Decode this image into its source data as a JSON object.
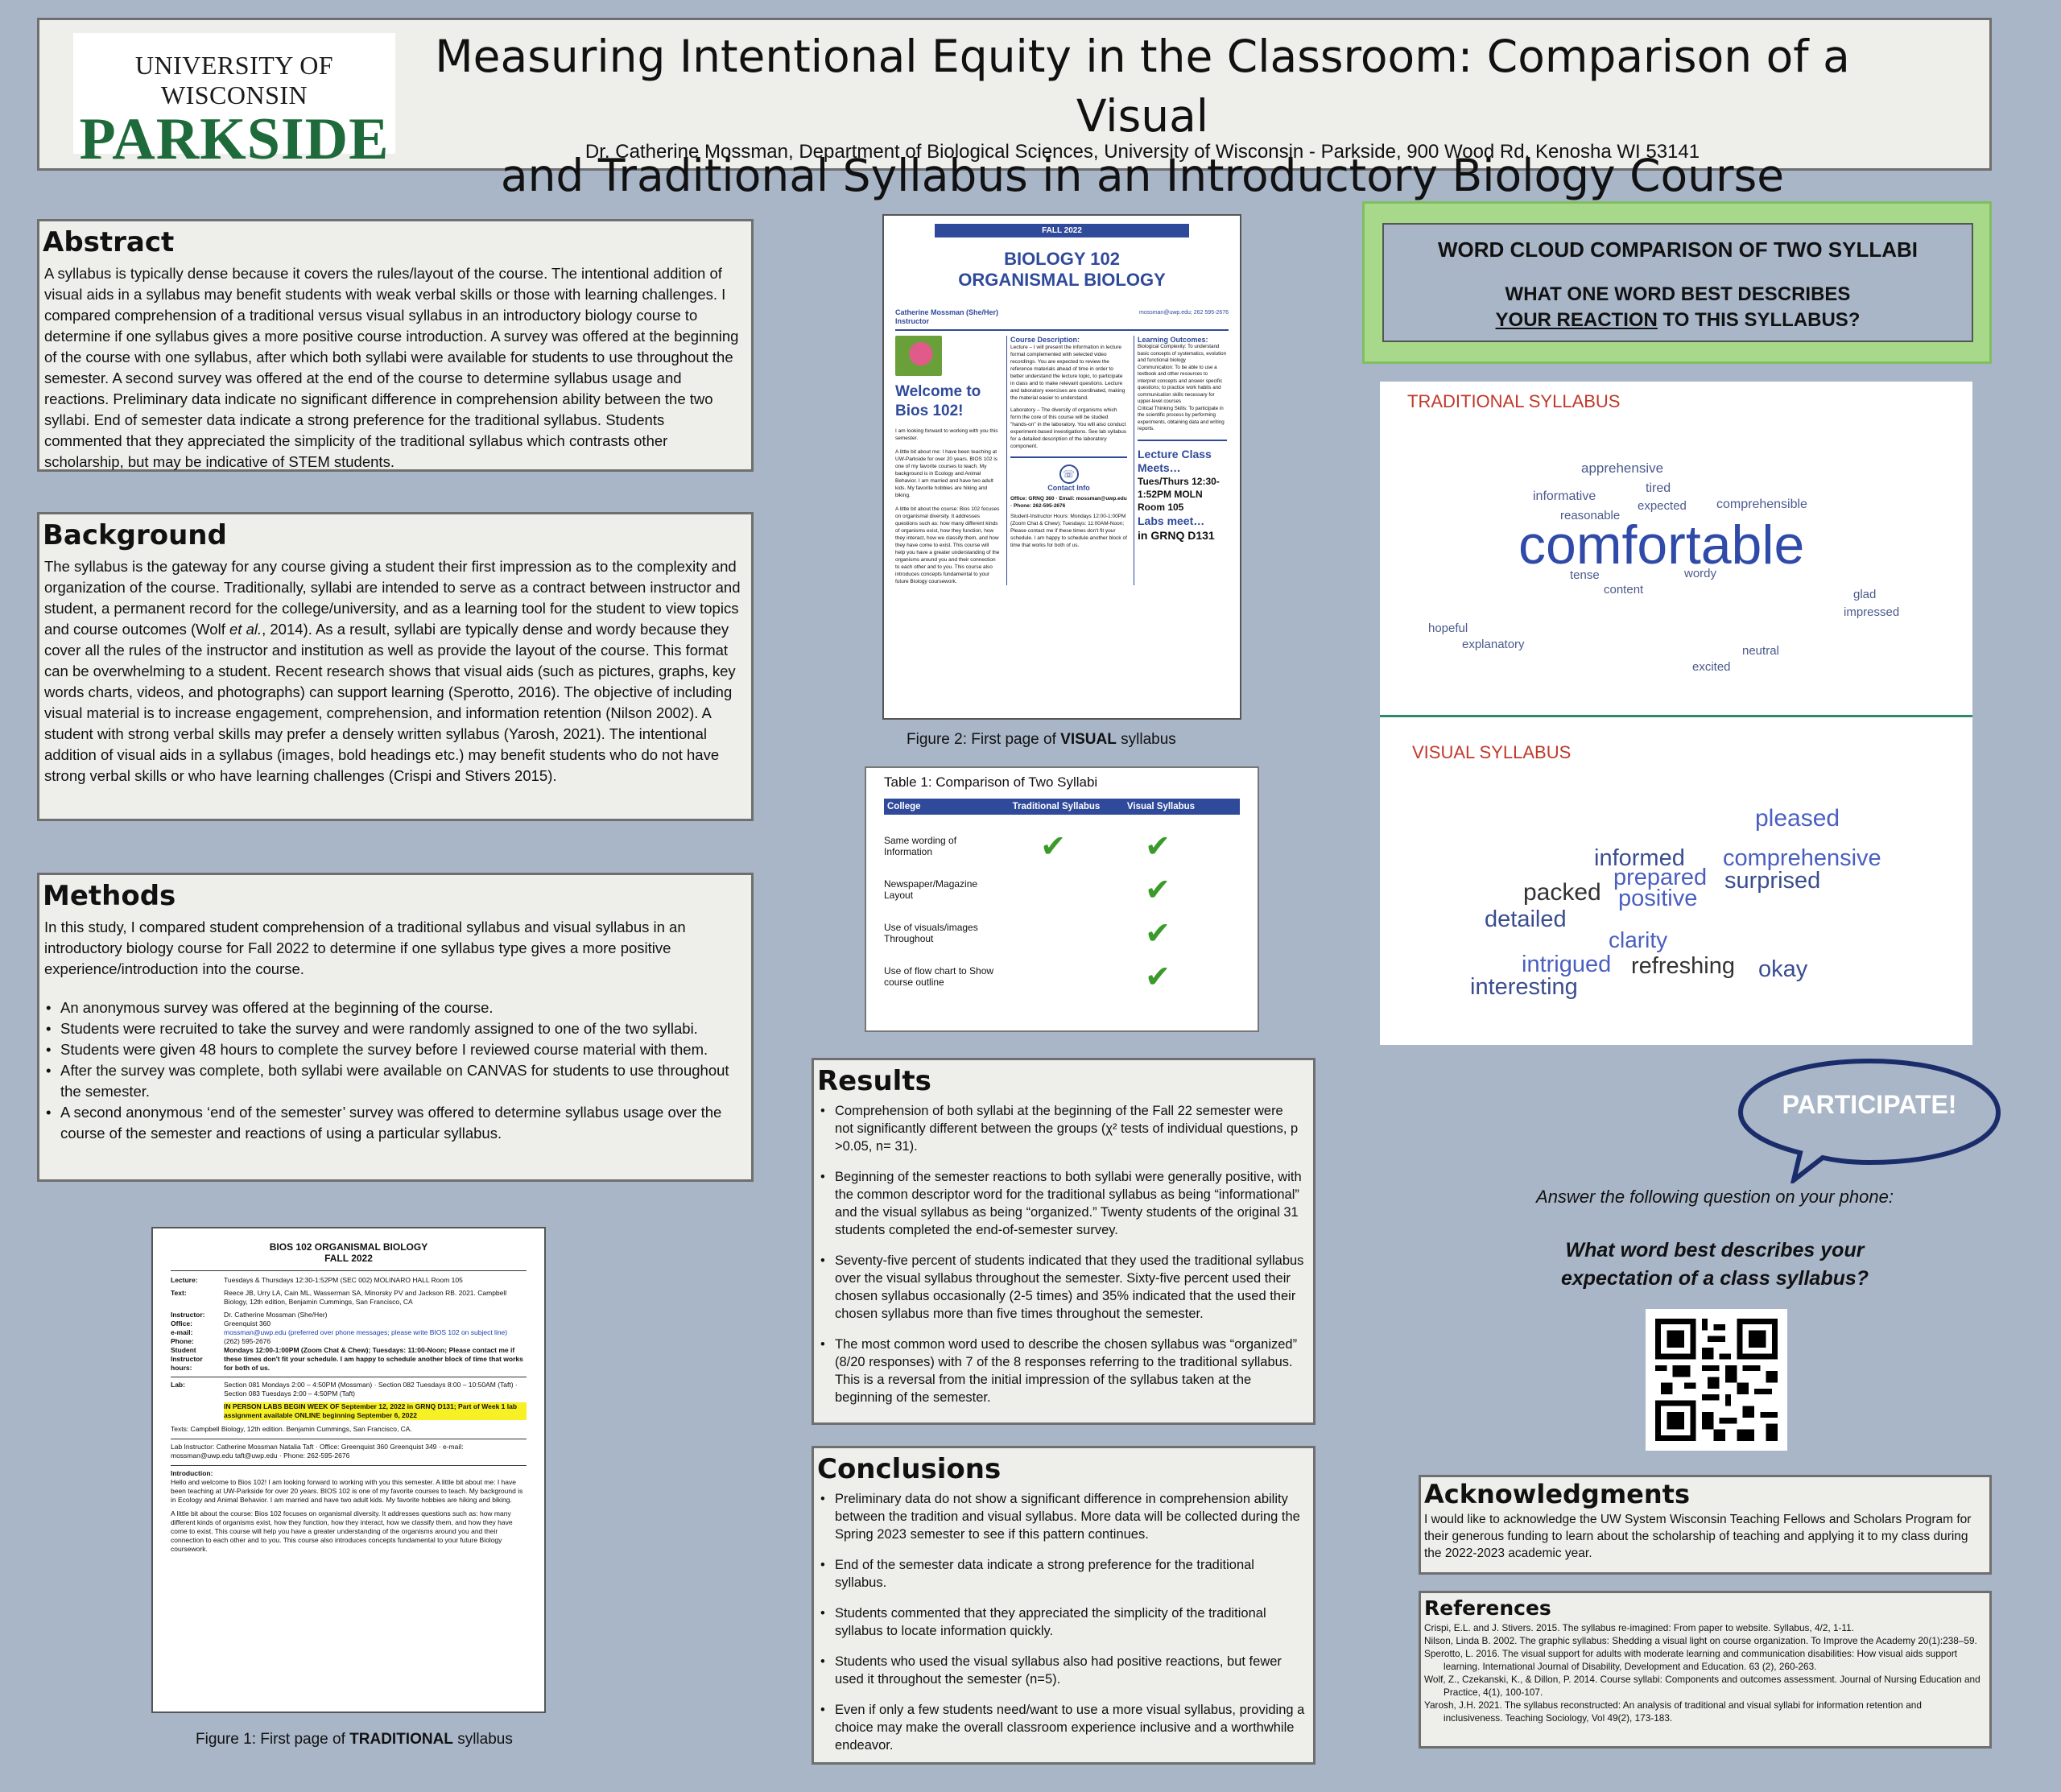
{
  "header": {
    "logo_top": "UNIVERSITY OF WISCONSIN",
    "logo_main": "PARKSIDE",
    "title_line1": "Measuring Intentional Equity in the Classroom: Comparison of a Visual",
    "title_line2": "and Traditional Syllabus in an Introductory Biology Course",
    "author": "Dr. Catherine Mossman, Department of Biological Sciences, University of Wisconsin - Parkside, 900 Wood Rd, Kenosha WI 53141"
  },
  "abstract": {
    "title": "Abstract",
    "text": " A syllabus is typically dense because it covers the rules/layout of the course. The intentional addition of visual aids in a syllabus may benefit students with weak verbal skills or those with learning challenges. I compared comprehension of a traditional versus visual syllabus in an introductory biology course to determine if one syllabus gives a more positive course introduction. A survey was offered at the beginning of the course with one syllabus, after which both syllabi were available for students to use throughout the semester. A second survey was offered at the end of the course to determine syllabus usage and reactions. Preliminary data indicate no significant difference in comprehension ability between the two syllabi. End of semester data indicate a strong preference for the traditional syllabus. Students commented that they appreciated the simplicity of the traditional syllabus which contrasts other scholarship, but may be indicative of STEM students."
  },
  "background": {
    "title": "Background",
    "text_a": "The syllabus is the gateway for any course giving a student their first impression as to the complexity and organization of the course. Traditionally, syllabi are intended to serve as a contract between instructor and student, a permanent record for the college/university, and as a learning tool for the student to view topics and course outcomes (Wolf ",
    "text_em": "et al.",
    "text_b": ", 2014). As a result, syllabi are typically dense and wordy because they cover all the rules of the instructor and institution as well as provide the layout of the course. This format can be overwhelming to a student. Recent research shows that visual aids (such as pictures, graphs, key words charts, videos, and photographs) can support learning (Sperotto, 2016). The objective of including visual material is to increase engagement, comprehension, and information retention (Nilson 2002). A student with strong verbal skills may prefer a densely written syllabus (Yarosh, 2021). The intentional addition of visual aids in a syllabus (images, bold headings etc.) may benefit students who do not have strong verbal skills or who have learning challenges (Crispi and Stivers 2015)."
  },
  "methods": {
    "title": "Methods",
    "intro": "In this study, I compared student comprehension of a traditional syllabus and visual syllabus in an introductory biology course for Fall 2022 to determine if one syllabus type gives a more positive experience/introduction into the course.",
    "bullets": [
      "An anonymous survey was offered at the beginning of the course.",
      "Students were recruited to take the survey and were randomly assigned to one of the two syllabi.",
      "Students were given 48 hours to complete the survey before I reviewed course material with them.",
      "After the survey was complete, both syllabi were available on CANVAS for students to use throughout the semester.",
      "A second anonymous ‘end of the semester’ survey was offered to determine syllabus usage over the course of the semester and reactions of using a particular syllabus."
    ]
  },
  "figure1": {
    "caption_a": "Figure 1:  First page of ",
    "caption_b": "TRADITIONAL",
    "caption_c": " syllabus",
    "doc_title": "BIOS 102 ORGANISMAL BIOLOGY",
    "doc_sub": "FALL 2022",
    "rows": [
      [
        "Lecture:",
        "Tuesdays & Thursdays 12:30-1:52PM (SEC 002) MOLINARO HALL Room 105"
      ],
      [
        "Text:",
        "Reece JB, Urry LA, Cain ML, Wasserman SA, Minorsky PV and Jackson RB. 2021. Campbell Biology, 12th edition, Benjamin Cummings, San Francisco, CA"
      ],
      [
        "Instructor:",
        "Dr. Catherine Mossman (She/Her)"
      ],
      [
        "Office:",
        "Greenquist 360"
      ],
      [
        "e-mail:",
        "mossman@uwp.edu (preferred over phone messages; please write BIOS 102 on subject line)"
      ],
      [
        "Phone:",
        "(262) 595-2676"
      ],
      [
        "Student Instructor hours:",
        "Mondays 12:00-1:00PM (Zoom Chat & Chew); Tuesdays: 11:00-Noon; Please contact me if these times don't fit your schedule. I am happy to schedule another block of time that works for both of us."
      ],
      [
        "Lab:",
        "Section 081 Mondays 2:00 – 4:50PM (Mossman) · Section 082 Tuesdays 8:00 – 10:50AM (Taft) · Section 083 Tuesdays 2:00 – 4:50PM (Taft)"
      ]
    ],
    "highlight": "IN PERSON LABS BEGIN WEEK OF September 12, 2022 in GRNQ D131; Part of Week 1 lab assignment available ONLINE beginning September 6, 2022",
    "texts_row": "Texts:   Campbell Biology, 12th edition. Benjamin Cummings, San Francisco, CA.",
    "lab_instr": "Lab Instructor:  Catherine Mossman   Natalia Taft · Office: Greenquist 360   Greenquist 349 · e-mail: mossman@uwp.edu   taft@uwp.edu · Phone: 262-595-2676",
    "intro_title": "Introduction:",
    "intro_text": "Hello and welcome to Bios 102! I am looking forward to working with you this semester. A little bit about me: I have been teaching at UW-Parkside for over 20 years. BIOS 102 is one of my favorite courses to teach. My background is in Ecology and Animal Behavior. I am married and have two adult kids. My favorite hobbies are hiking and biking.",
    "intro_text2": "A little bit about the course: Bios 102 focuses on organismal diversity. It addresses questions such as: how many different kinds of organisms exist, how they function, how they interact, how we classify them, and how they have come to exist. This course will help you have a greater understanding of the organisms around you and their connection to each other and to you. This course also introduces concepts fundamental to your future Biology coursework."
  },
  "figure2": {
    "caption_a": "Figure 2:  First page of ",
    "caption_b": "VISUAL",
    "caption_c": " syllabus",
    "banner": "FALL 2022",
    "title1": "BIOLOGY 102",
    "title2": "ORGANISMAL BIOLOGY",
    "instructor": "Catherine Mossman (She/Her)",
    "instructor_role": "Instructor",
    "contact_line": "mossman@uwp.edu; 262 595-2676",
    "welcome": "Welcome to Bios 102!",
    "welcome_text": "I am looking forward to working with you this semester.",
    "about_me": "A little bit about me: I have been teaching at UW-Parkside for over 20 years. BIOS 102 is one of my favorite courses to teach. My background is in Ecology and Animal Behavior. I am married and have two adult kids. My favorite hobbies are hiking and biking.",
    "about_course": "A little bit about the course: Bios 102 focuses on organismal diversity. It addresses questions such as: how many different kinds of organisms exist, how they function, how they interact, how we classify them, and how they have come to exist. This course will help you have a greater understanding of the organisms around you and their connection to each other and to you. This course also introduces concepts fundamental to your future Biology coursework.",
    "course_desc_title": "Course Description:",
    "course_desc": "Lecture – I will present the information in lecture format complemented with selected video recordings. You are expected to review the reference materials ahead of time in order to better understand the lecture topic, to participate in class and to make relevant questions. Lecture and laboratory exercises are coordinated, making the material easier to understand.",
    "lab_desc": "Laboratory – The diversity of organisms which form the core of this course will be studied \"hands-on\" in the laboratory. You will also conduct experiment-based investigations. See lab syllabus for a detailed description of the laboratory component.",
    "outcomes_title": "Learning Outcomes:",
    "outcomes": [
      "Biological Complexity: To understand basic concepts of systematics, evolution and functional biology",
      "Communication: To be able to use a textbook and other resources to interpret concepts and answer specific questions; to practice work habits and communication skills necessary for upper-level courses",
      "Critical Thinking Skills: To participate in the scientific process by performing experiments, obtaining data and writing reports."
    ],
    "contact_title": "Contact Info",
    "contact": "Office: GRNQ 360 · Email: mossman@uwp.edu · Phone: 262-595-2676",
    "hours": "Student-Instructor Hours: Mondays 12:00-1:00PM (Zoom Chat & Chew); Tuesdays: 11:00AM-Noon; Please contact me if these times don't fit your schedule. I am happy to schedule another block of time that works for both of us.",
    "lecture_title": "Lecture Class Meets…",
    "lecture_time": "Tues/Thurs 12:30-1:52PM MOLN Room 105",
    "labs_title": "Labs meet…",
    "labs_place": "in GRNQ D131"
  },
  "table1": {
    "caption": "Table 1: Comparison of Two Syllabi",
    "headers": [
      "College",
      "Traditional Syllabus",
      "Visual Syllabus"
    ],
    "rows": [
      {
        "label": "Same wording of Information",
        "traditional": "✔",
        "visual": "✔"
      },
      {
        "label": "Newspaper/Magazine Layout",
        "traditional": "",
        "visual": "✔"
      },
      {
        "label": "Use of visuals/images Throughout",
        "traditional": "",
        "visual": "✔"
      },
      {
        "label": "Use of flow chart to Show course outline",
        "traditional": "",
        "visual": "✔"
      }
    ]
  },
  "results": {
    "title": "Results",
    "items": [
      "Comprehension of both syllabi at the beginning of the Fall 22 semester were not significantly different between the groups (χ² tests of individual questions, p >0.05, n= 31).",
      "Beginning of the semester reactions to both syllabi were generally positive, with the common descriptor word for the traditional syllabus as being “informational” and the visual syllabus as being “organized.”  Twenty students of the original 31 students completed the end-of-semester survey.",
      "Seventy-five percent of students indicated that they used the traditional syllabus over the visual syllabus throughout the semester. Sixty-five percent used their chosen syllabus occasionally (2-5 times) and 35% indicated that the used their chosen syllabus more than five times throughout the semester.",
      "The most common word used to describe the chosen syllabus was “organized” (8/20 responses) with 7 of the 8 responses referring to the traditional syllabus. This is a reversal from the initial impression of the syllabus taken at the beginning of the semester."
    ]
  },
  "conclusions": {
    "title": "Conclusions",
    "items": [
      "Preliminary data do not show a significant difference in comprehension ability between the tradition and visual syllabus. More data will be collected during the Spring 2023 semester to see if this pattern continues.",
      "End of the semester data indicate a strong preference for the traditional syllabus.",
      "Students commented that they appreciated the simplicity of the traditional syllabus to locate information quickly.",
      "Students who used the visual syllabus also had positive reactions, but fewer used it throughout the semester (n=5).",
      "Even if only a few students need/want to use a more visual syllabus, providing a choice may make the overall classroom experience inclusive and a worthwhile endeavor."
    ]
  },
  "wordcloud": {
    "heading": "WORD CLOUD COMPARISON OF TWO SYLLABI",
    "question_a": "WHAT ONE WORD BEST DESCRIBES",
    "question_b": "YOUR REACTION",
    "question_c": " TO THIS SYLLABUS?",
    "traditional_label": "TRADITIONAL SYLLABUS",
    "visual_label": "VISUAL SYLLABUS",
    "traditional_words": [
      "apprehensive",
      "informative",
      "tired",
      "reasonable",
      "expected",
      "comprehensible",
      "comfortable",
      "tense",
      "wordy",
      "content",
      "glad",
      "impressed",
      "hopeful",
      "explanatory",
      "neutral",
      "excited"
    ],
    "visual_words": [
      "pleased",
      "informed",
      "comprehensive",
      "prepared",
      "surprised",
      "packed",
      "positive",
      "detailed",
      "clarity",
      "intrigued",
      "refreshing",
      "okay",
      "interesting"
    ],
    "accent_red": "#c0392b",
    "divider_color": "#2a8a6a"
  },
  "participate": {
    "bubble": "PARTICIPATE!",
    "prompt": "Answer the following question on your phone:",
    "question": "What word best describes your expectation of a class syllabus?"
  },
  "acknowledgments": {
    "title": "Acknowledgments",
    "text": "I would like to acknowledge the UW System Wisconsin Teaching Fellows and Scholars Program for their generous funding to learn about the scholarship of teaching and applying it to my class during the 2022-2023 academic year."
  },
  "references": {
    "title": "References",
    "items": [
      "Crispi, E.L. and J. Stivers. 2015. The syllabus re-imagined: From paper to website. Syllabus, 4/2, 1-11.",
      "Nilson, Linda B. 2002. The graphic syllabus: Shedding a visual light on course organization. To Improve the Academy 20(1):238–59.",
      "Sperotto, L. 2016. The visual support for adults with moderate learning and communication disabilities: How visual aids support learning. International Journal of Disability, Development and Education. 63 (2), 260-263.",
      "Wolf, Z., Czekanski, K., & Dillon, P. 2014. Course syllabi: Components and outcomes assessment. Journal of Nursing Education and Practice, 4(1), 100-107.",
      "Yarosh, J.H. 2021. The syllabus reconstructed: An analysis of traditional and visual syllabi for information retention and inclusiveness.  Teaching Sociology, Vol 49(2), 173-183."
    ]
  },
  "colors": {
    "background": "#a9b6c8",
    "logo_green": "#1e6a3a",
    "visual_blue": "#2f4a9a",
    "check_green": "#3a9a2a"
  }
}
